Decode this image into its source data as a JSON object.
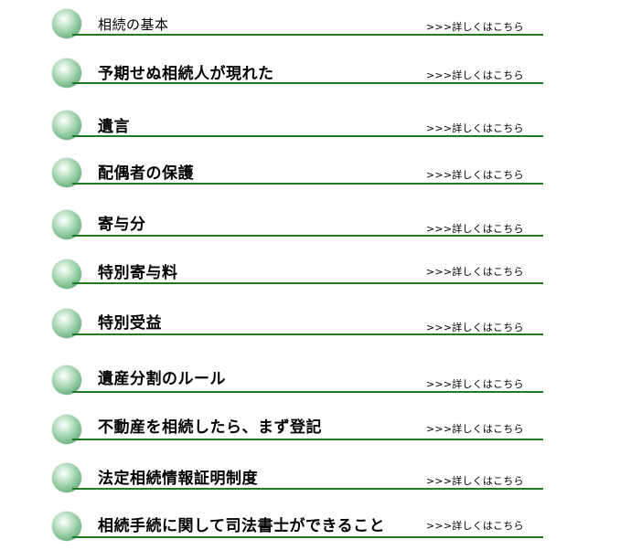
{
  "items": [
    {
      "title": "相続の基本",
      "link": ">>>詳しくはこちら"
    },
    {
      "title": "予期せぬ相続人が現れた",
      "link": ">>>詳しくはこちら"
    },
    {
      "title": "遺言",
      "link": ">>>詳しくはこちら"
    },
    {
      "title": "配偶者の保護",
      "link": ">>>詳しくはこちら"
    },
    {
      "title": "寄与分",
      "link": ">>>詳しくはこちら"
    },
    {
      "title": "特別寄与料",
      "link": ">>>詳しくはこちら"
    },
    {
      "title": "特別受益",
      "link": ">>>詳しくはこちら"
    },
    {
      "title": "遺産分割のルール",
      "link": ">>>詳しくはこちら"
    },
    {
      "title": "不動産を相続したら、まず登記",
      "link": ">>>詳しくはこちら"
    },
    {
      "title": "法定相続情報証明制度",
      "link": ">>>詳しくはこちら"
    },
    {
      "title": "相続手続に関して司法書士ができること",
      "link": ">>>詳しくはこちら"
    }
  ],
  "colors": {
    "accent_line": "#1e7a26",
    "bullet": "#8fca9e"
  },
  "icons": {
    "bullet": "green-sphere-bullet-icon"
  }
}
